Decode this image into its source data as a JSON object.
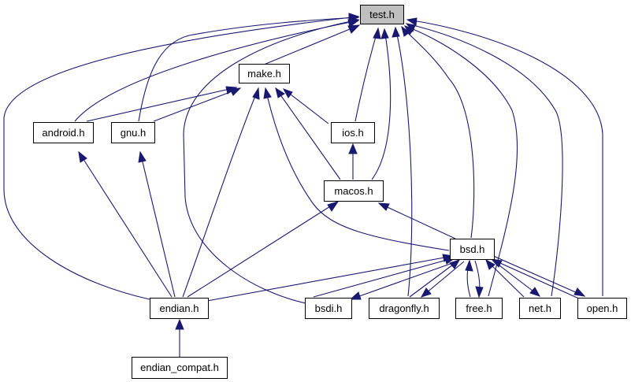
{
  "graph": {
    "nodes": [
      {
        "id": "test",
        "label": "test.h",
        "root": true
      },
      {
        "id": "make",
        "label": "make.h"
      },
      {
        "id": "android",
        "label": "android.h"
      },
      {
        "id": "gnu",
        "label": "gnu.h"
      },
      {
        "id": "ios",
        "label": "ios.h"
      },
      {
        "id": "macos",
        "label": "macos.h"
      },
      {
        "id": "bsd",
        "label": "bsd.h"
      },
      {
        "id": "endian",
        "label": "endian.h"
      },
      {
        "id": "bsdi",
        "label": "bsdi.h"
      },
      {
        "id": "dragonfly",
        "label": "dragonfly.h"
      },
      {
        "id": "free",
        "label": "free.h"
      },
      {
        "id": "net",
        "label": "net.h"
      },
      {
        "id": "open",
        "label": "open.h"
      },
      {
        "id": "endian_compat",
        "label": "endian_compat.h"
      }
    ],
    "edges": [
      {
        "from": "make",
        "to": "test"
      },
      {
        "from": "android",
        "to": "test"
      },
      {
        "from": "gnu",
        "to": "test"
      },
      {
        "from": "ios",
        "to": "test"
      },
      {
        "from": "macos",
        "to": "test"
      },
      {
        "from": "bsd",
        "to": "test"
      },
      {
        "from": "endian",
        "to": "test"
      },
      {
        "from": "bsdi",
        "to": "test"
      },
      {
        "from": "dragonfly",
        "to": "test"
      },
      {
        "from": "free",
        "to": "test"
      },
      {
        "from": "net",
        "to": "test"
      },
      {
        "from": "open",
        "to": "test"
      },
      {
        "from": "android",
        "to": "make"
      },
      {
        "from": "gnu",
        "to": "make"
      },
      {
        "from": "ios",
        "to": "make"
      },
      {
        "from": "macos",
        "to": "make"
      },
      {
        "from": "bsd",
        "to": "make"
      },
      {
        "from": "endian",
        "to": "make"
      },
      {
        "from": "endian",
        "to": "android"
      },
      {
        "from": "endian",
        "to": "gnu"
      },
      {
        "from": "macos",
        "to": "ios"
      },
      {
        "from": "bsd",
        "to": "macos"
      },
      {
        "from": "endian",
        "to": "macos"
      },
      {
        "from": "endian",
        "to": "bsd"
      },
      {
        "from": "bsdi",
        "to": "bsd"
      },
      {
        "from": "bsd",
        "to": "bsdi"
      },
      {
        "from": "dragonfly",
        "to": "bsd"
      },
      {
        "from": "bsd",
        "to": "dragonfly"
      },
      {
        "from": "free",
        "to": "bsd"
      },
      {
        "from": "bsd",
        "to": "free"
      },
      {
        "from": "net",
        "to": "bsd"
      },
      {
        "from": "bsd",
        "to": "net"
      },
      {
        "from": "open",
        "to": "bsd"
      },
      {
        "from": "bsd",
        "to": "open"
      },
      {
        "from": "endian_compat",
        "to": "endian"
      }
    ]
  }
}
